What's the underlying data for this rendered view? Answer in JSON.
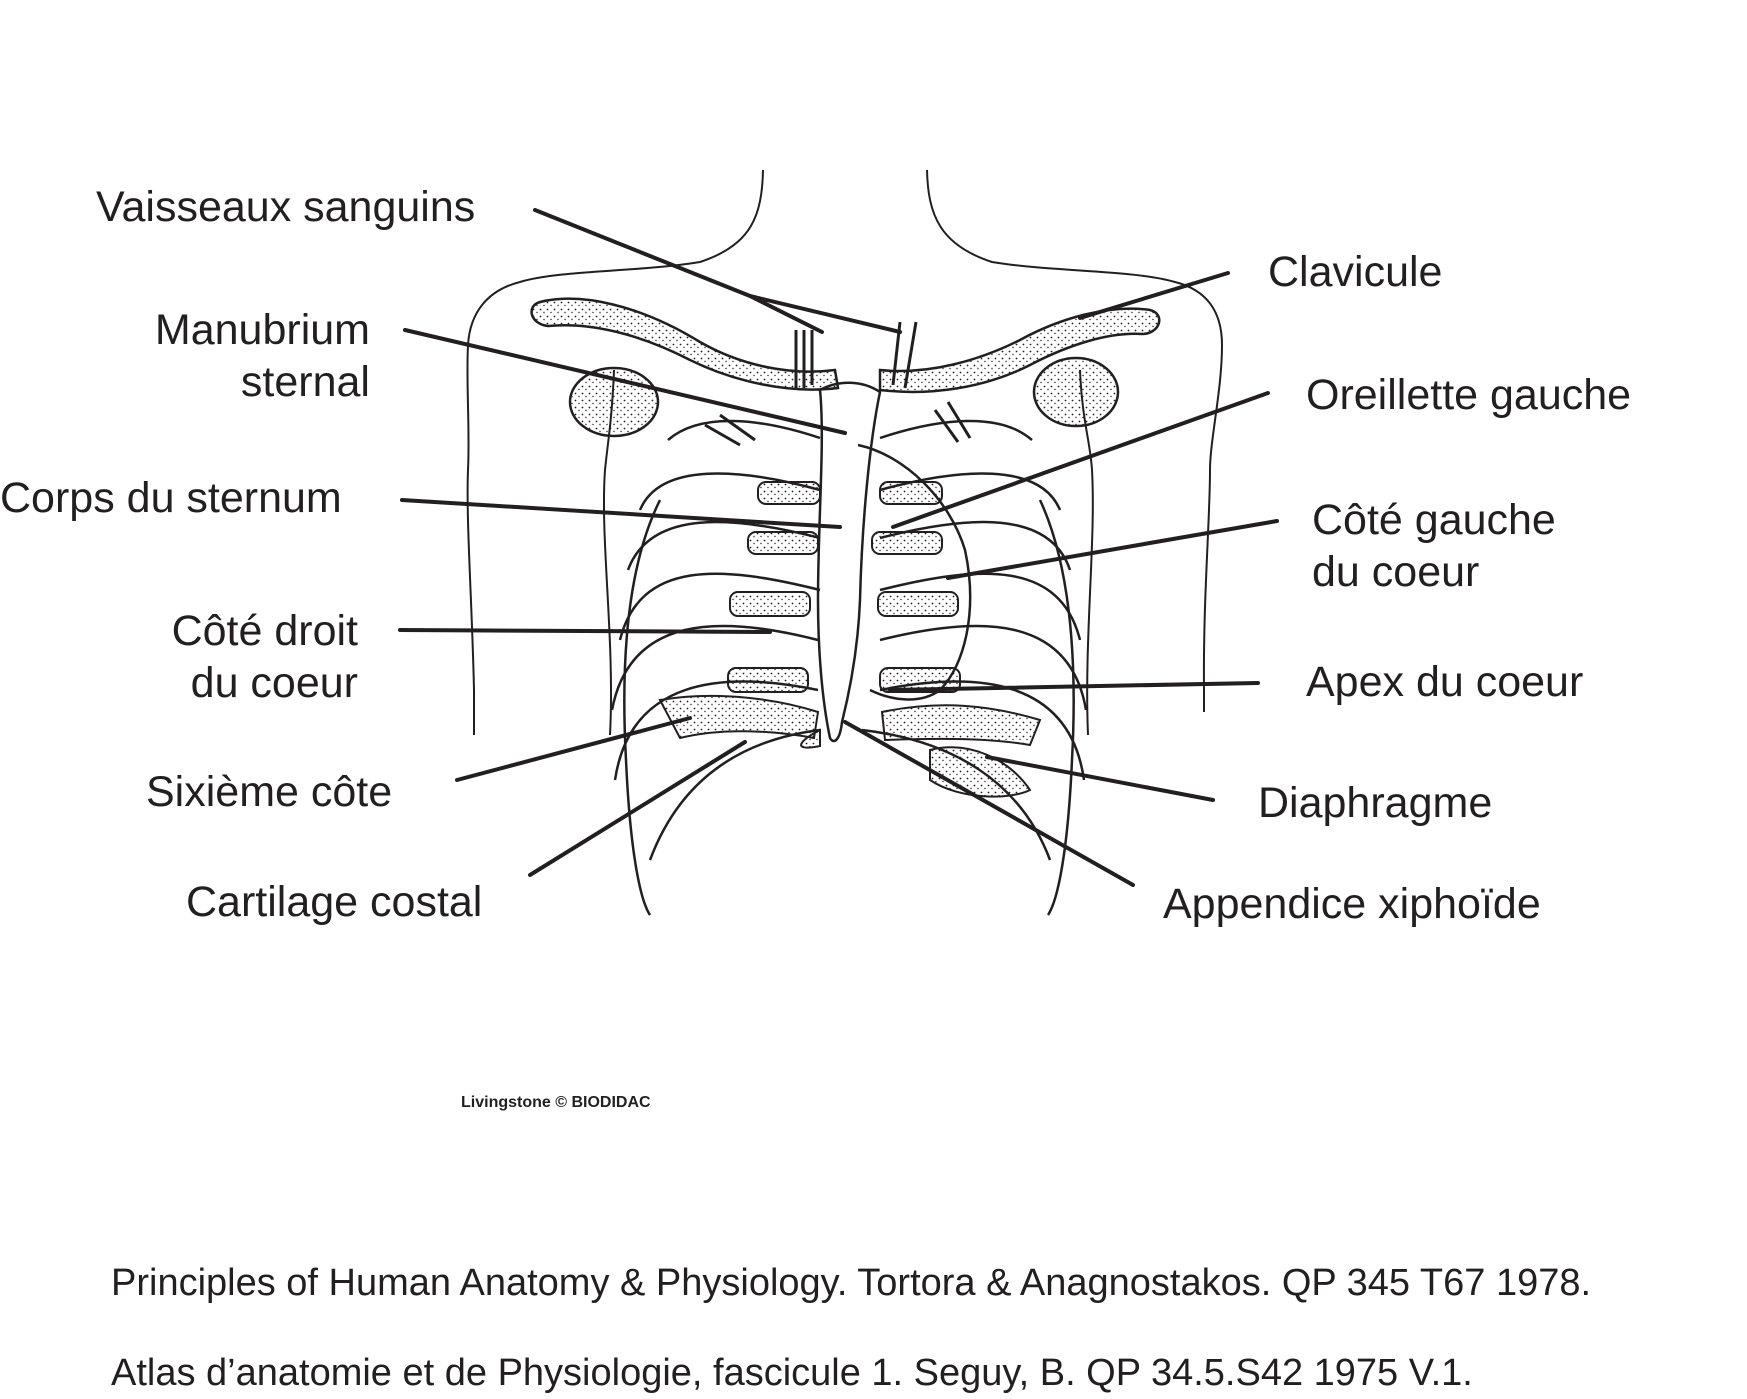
{
  "labels": {
    "vaisseaux": "Vaisseaux sanguins",
    "manubrium_1": "Manubrium",
    "manubrium_2": "sternal",
    "corps": "Corps du sternum",
    "cote_droit_1": "Côté droit",
    "cote_droit_2": "du coeur",
    "sixieme": "Sixième côte",
    "cartilage": "Cartilage costal",
    "clavicule": "Clavicule",
    "oreillette": "Oreillette gauche",
    "cote_gauche_1": "Côté gauche",
    "cote_gauche_2": "du coeur",
    "apex": "Apex du coeur",
    "diaphragme": "Diaphragme",
    "appendice": "Appendice xiphoïde"
  },
  "credit": "Livingstone © BIODIDAC",
  "references": [
    "Principles of Human Anatomy & Physiology.  Tortora & Anagnostakos. QP 345 T67 1978.",
    "Atlas d’anatomie et de Physiologie, fascicule 1.  Seguy, B.  QP 34.5.S42 1975 V.1."
  ],
  "colors": {
    "ink": "#231f20",
    "background": "#ffffff"
  }
}
